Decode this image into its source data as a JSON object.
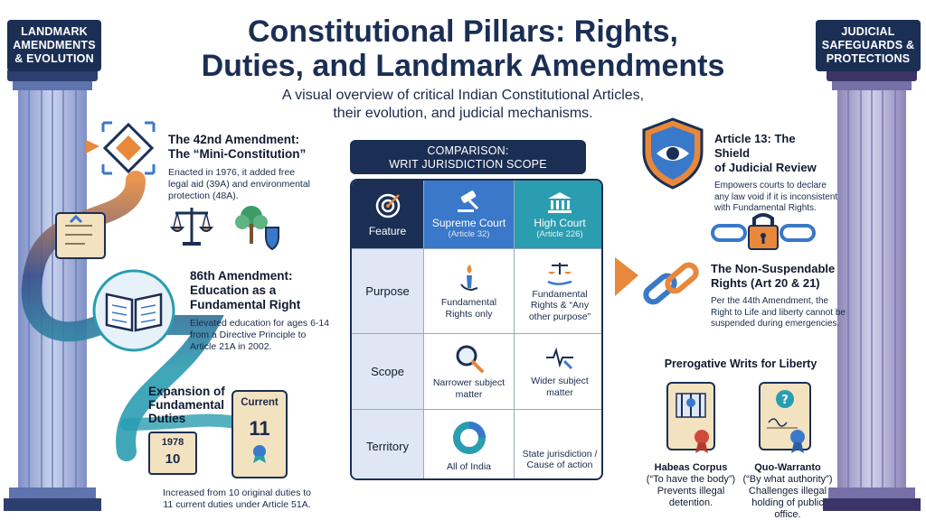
{
  "title": "Constitutional Pillars: Rights, Duties, and Landmark Amendments",
  "title_lines": [
    "Constitutional Pillars: Rights,",
    "Duties, and Landmark Amendments"
  ],
  "subtitle_lines": [
    "A visual overview of critical Indian Constitutional Articles,",
    "their evolution, and judicial mechanisms."
  ],
  "left_pillar": {
    "lines": [
      "LANDMARK",
      "AMENDMENTS",
      "& EVOLUTION"
    ]
  },
  "right_pillar": {
    "lines": [
      "JUDICIAL",
      "SAFEGUARDS &",
      "PROTECTIONS"
    ]
  },
  "amendment_42": {
    "title_lines": [
      "The 42nd Amendment:",
      "The “Mini-Constitution”"
    ],
    "body_lines": [
      "Enacted in 1976, it added free",
      "legal aid (39A) and environmental",
      "protection (48A)."
    ]
  },
  "amendment_86": {
    "title_lines": [
      "86th Amendment:",
      "Education as a",
      "Fundamental Right"
    ],
    "body_lines": [
      "Elevated education for ages 6-14",
      "from a Directive Principle to",
      "Article 21A in 2002."
    ]
  },
  "duties": {
    "title_lines": [
      "Expansion of",
      "Fundamental",
      "Duties"
    ],
    "old_year": "1978",
    "old_count": "10",
    "current_label": "Current",
    "current_count": "11",
    "body_lines": [
      "Increased from 10 original duties to",
      "11 current duties under Article 51A."
    ]
  },
  "comparison": {
    "header_lines": [
      "COMPARISON:",
      "WRIT JURISDICTION SCOPE"
    ],
    "feature_label": "Feature",
    "columns": [
      {
        "name": "Supreme Court",
        "article": "(Article 32)"
      },
      {
        "name": "High Court",
        "article": "(Article 226)"
      }
    ],
    "rows": [
      {
        "label": "Purpose",
        "sc": [
          "Fundamental",
          "Rights only"
        ],
        "hc": [
          "Fundamental",
          "Rights & “Any",
          "other purpose”"
        ]
      },
      {
        "label": "Scope",
        "sc": [
          "Narrower subject",
          "matter"
        ],
        "hc": [
          "Wider subject",
          "matter"
        ]
      },
      {
        "label": "Territory",
        "sc": [
          "All of India"
        ],
        "hc": [
          "State jurisdiction /",
          "Cause of action"
        ]
      }
    ]
  },
  "article_13": {
    "title_lines": [
      "Article 13: The Shield",
      "of Judicial Review"
    ],
    "body_lines": [
      "Empowers courts to declare",
      "any law void if it is inconsistent",
      "with Fundamental Rights."
    ]
  },
  "non_suspendable": {
    "title_lines": [
      "The Non-Suspendable",
      "Rights (Art 20 & 21)"
    ],
    "body_lines": [
      "Per the 44th Amendment, the",
      "Right to Life and liberty cannot be",
      "suspended during emergencies."
    ]
  },
  "writs": {
    "title": "Prerogative Writs for Liberty",
    "items": [
      {
        "name": "Habeas Corpus",
        "meaning": "(“To have the body”)",
        "desc_lines": [
          "Prevents illegal",
          "detention."
        ]
      },
      {
        "name": "Quo-Warranto",
        "meaning": "(“By what authority”)",
        "desc_lines": [
          "Challenges illegal",
          "holding of public office."
        ]
      }
    ]
  },
  "colors": {
    "navy": "#1b2f55",
    "blue": "#3a78c9",
    "teal": "#2a9db0",
    "orange": "#e8883a",
    "parchment": "#f3e2c0"
  }
}
